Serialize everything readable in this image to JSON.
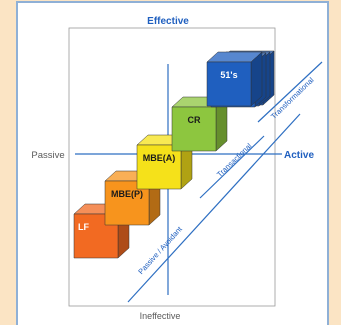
{
  "diagram": {
    "axes": {
      "top": "Effective",
      "bottom": "Ineffective",
      "left": "Passive",
      "right": "Active"
    },
    "diagonal_labels": {
      "upper": "Transformational",
      "middle": "Transactional",
      "lower": "Passive / Avoidant"
    },
    "cubes": [
      {
        "label": "LF",
        "color": "#f26a22"
      },
      {
        "label": "MBE(P)",
        "color": "#f7941d"
      },
      {
        "label": "MBE(A)",
        "color": "#f5e11a"
      },
      {
        "label": "CR",
        "color": "#8dc63f"
      },
      {
        "label": "51's",
        "color": "#1f5fbf"
      }
    ],
    "colors": {
      "page_background": "#fbe4c4",
      "panel_background": "#ffffff",
      "frame": "#8fb0d6",
      "axis_line": "#2e6fc2",
      "axis_text": "#1f5fbf",
      "side_text": "#5a5a5a"
    }
  }
}
